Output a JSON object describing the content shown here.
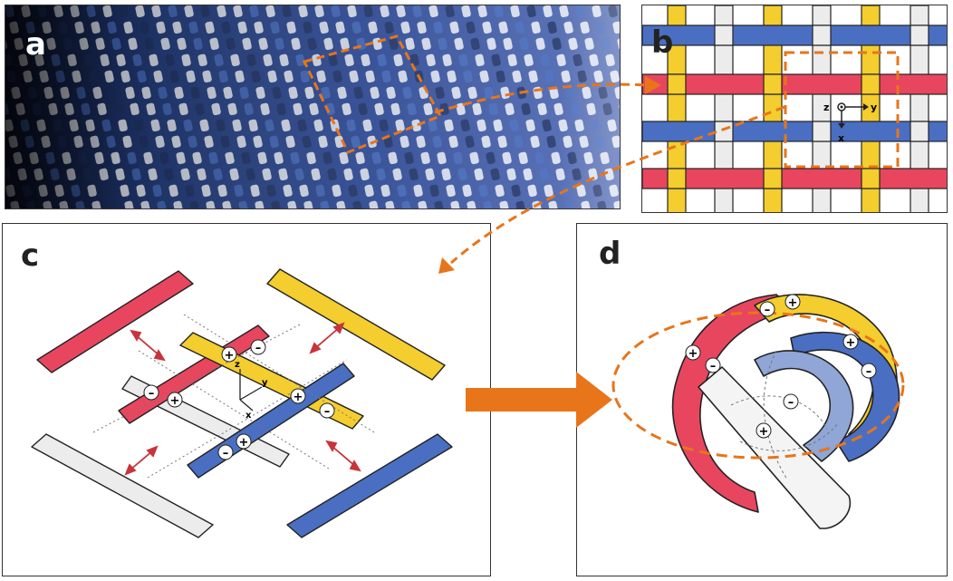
{
  "panels": {
    "a": {
      "label": "a"
    },
    "b": {
      "label": "b",
      "axes": {
        "z": "z",
        "y": "y",
        "x": "x"
      }
    },
    "c": {
      "label": "c",
      "axes": {
        "z": "z",
        "y": "y",
        "x": "x"
      },
      "signs": {
        "plus": "+",
        "minus": "–"
      }
    },
    "d": {
      "label": "d",
      "signs": {
        "plus": "+",
        "minus": "–"
      }
    }
  },
  "colors": {
    "red": "#e8465f",
    "yellow": "#f4cd2e",
    "blue": "#4a6fc2",
    "light_blue": "#8fa6d6",
    "white_strip": "#ececec",
    "arrow_orange": "#e8751a",
    "double_arrow": "#c8343a",
    "fabric_dark": "#1d2f5e"
  },
  "icons": [
    "dashed-arrow-icon",
    "double-headed-arrow-icon",
    "block-arrow-icon",
    "axis-triad-icon",
    "plus-sign-icon",
    "minus-sign-icon"
  ]
}
